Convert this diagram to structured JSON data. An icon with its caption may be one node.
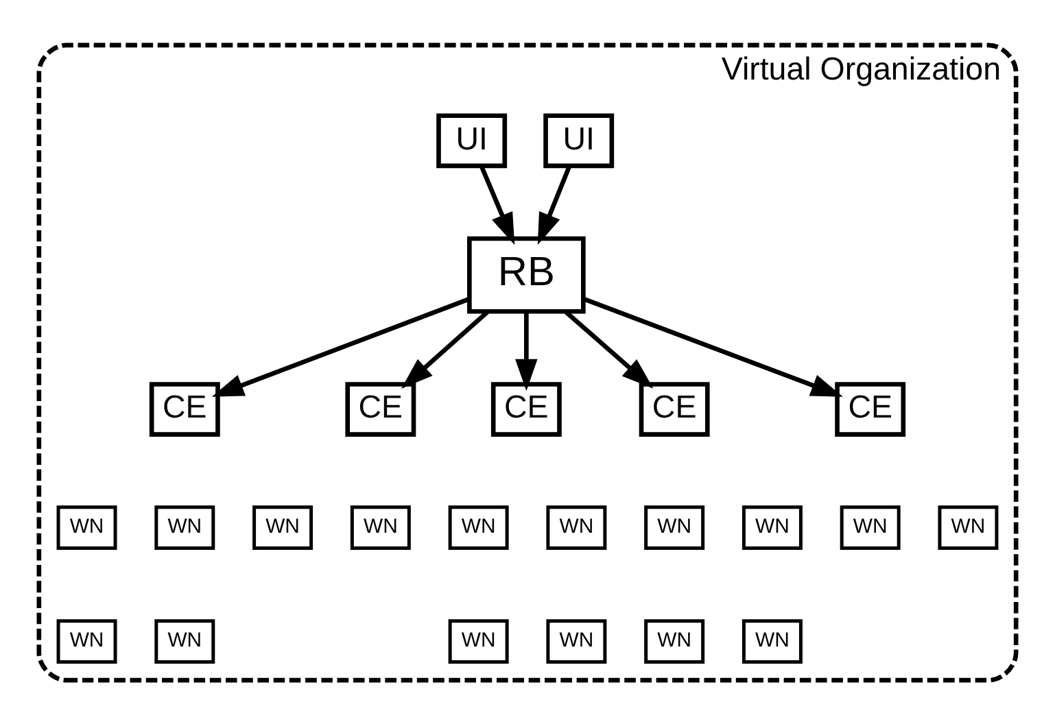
{
  "diagram": {
    "nodes": [
      {
        "text": [
          "Virtual Organization"
        ]
      },
      {
        "text": [
          "UI"
        ],
        "in": 0
      },
      {
        "text": [
          "UI"
        ],
        "in": 0
      },
      {
        "text": [
          "RB"
        ],
        "in": 0
      },
      {
        "text": [
          "CE"
        ],
        "in": 0
      },
      {
        "text": [
          "WN"
        ],
        "in": 0
      },
      {
        "text": [
          "WN"
        ],
        "in": 0
      },
      {
        "text": [
          "WN"
        ],
        "in": 0
      },
      {
        "text": [
          "WN"
        ],
        "in": 0
      },
      {
        "text": [
          "CE"
        ],
        "in": 0
      },
      {
        "text": [
          "WN"
        ],
        "in": 0
      },
      {
        "text": [
          "WN"
        ],
        "in": 0
      },
      {
        "text": [
          "CE"
        ],
        "in": 0
      },
      {
        "text": [
          "WN"
        ],
        "in": 0
      },
      {
        "text": [
          "WN"
        ],
        "in": 0
      },
      {
        "text": [
          "WN"
        ],
        "in": 0
      },
      {
        "text": [
          "WN"
        ],
        "in": 0
      },
      {
        "text": [
          "CE"
        ],
        "in": 0
      },
      {
        "text": [
          "WN"
        ],
        "in": 0
      },
      {
        "text": [
          "WN"
        ],
        "in": 0
      },
      {
        "text": [
          "WN"
        ],
        "in": 0
      },
      {
        "text": [
          "WN"
        ],
        "in": 0
      },
      {
        "text": [
          "CE"
        ],
        "in": 0
      },
      {
        "text": [
          "WN"
        ],
        "in": 0
      },
      {
        "text": [
          "WN"
        ],
        "in": 0
      }
    ],
    "edges": [
      {
        "from": 1,
        "to": 3,
        "arrow": "to"
      },
      {
        "from": 2,
        "to": 3,
        "arrow": "to"
      },
      {
        "from": 3,
        "to": 4,
        "arrow": "to"
      },
      {
        "from": 3,
        "to": 9,
        "arrow": "to"
      },
      {
        "from": 3,
        "to": 12,
        "arrow": "to"
      },
      {
        "from": 3,
        "to": 17,
        "arrow": "to"
      },
      {
        "from": 3,
        "to": 22,
        "arrow": "to"
      }
    ]
  }
}
